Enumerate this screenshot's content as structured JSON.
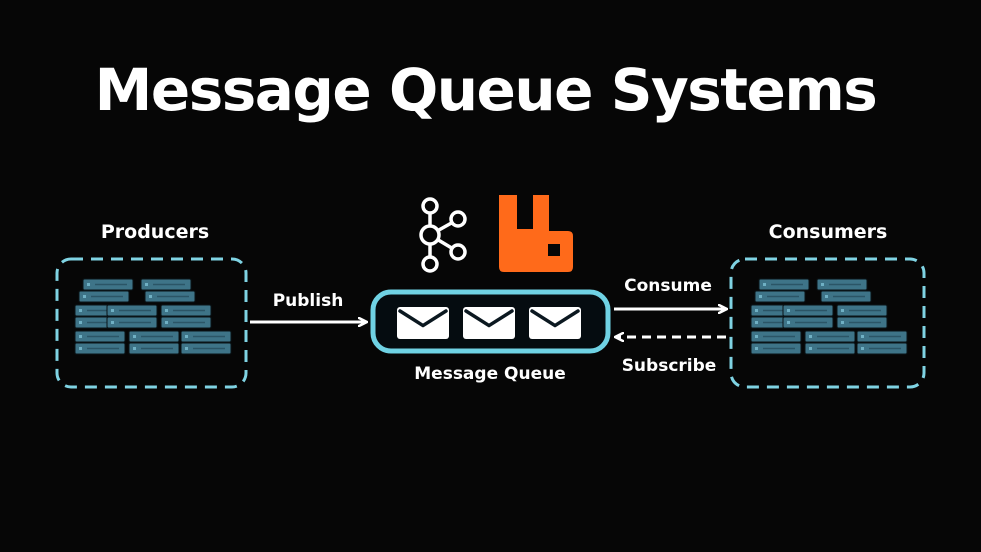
{
  "title": "Message Queue Systems",
  "producers": {
    "label": "Producers"
  },
  "consumers": {
    "label": "Consumers"
  },
  "queue": {
    "label": "Message Queue",
    "message_count": 3
  },
  "arrows": {
    "publish": "Publish",
    "consume": "Consume",
    "subscribe": "Subscribe"
  },
  "logos": [
    "kafka-logo",
    "rabbitmq-logo"
  ],
  "colors": {
    "background": "#060606",
    "accent": "#7fd3e3",
    "server": "#3e7488",
    "server_light": "#6fb0c4",
    "rabbitmq": "#ff6a1a",
    "text": "#ffffff"
  }
}
